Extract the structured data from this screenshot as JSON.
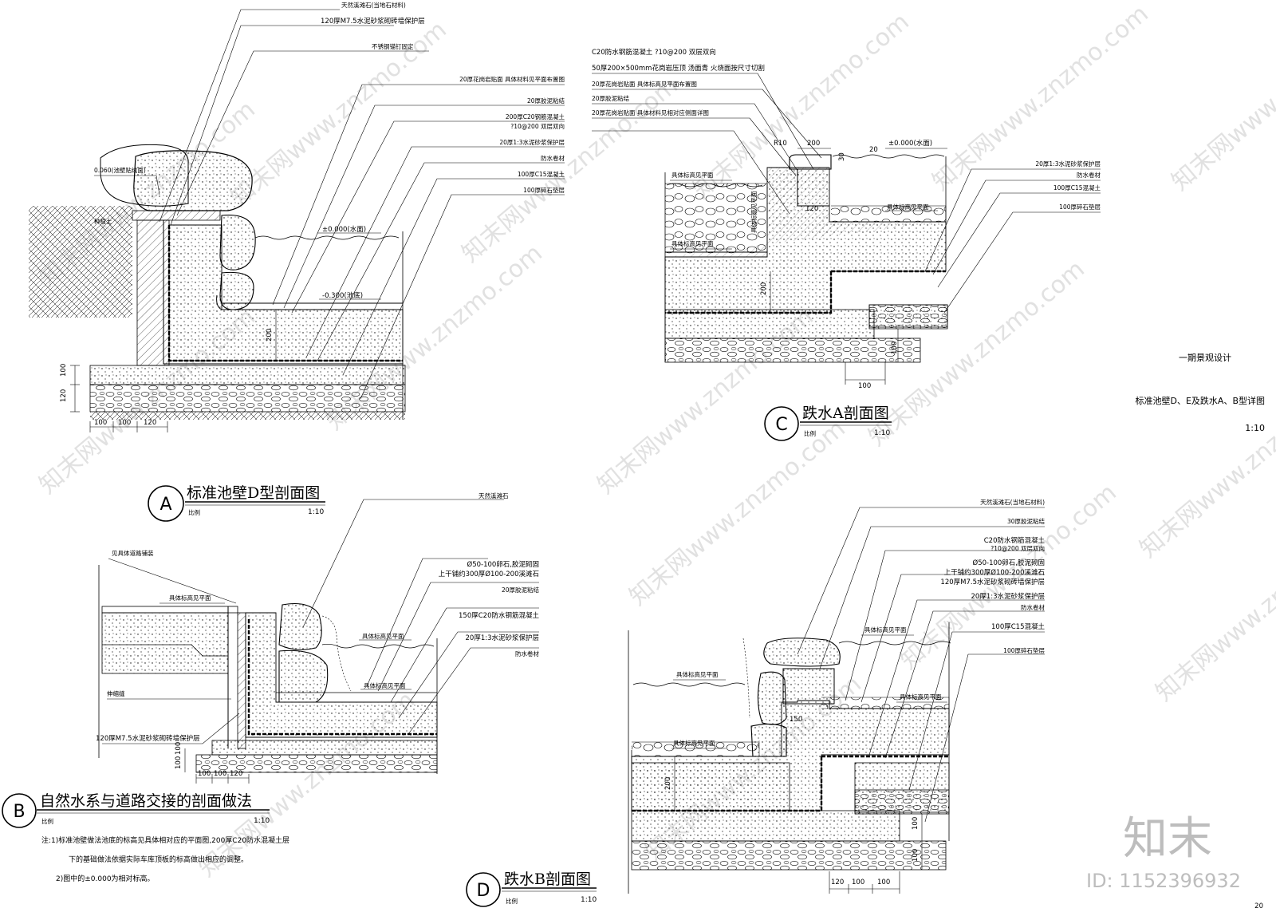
{
  "drawing": {
    "project": "一期景观设计",
    "sheet_title": "标准池壁D、E及跌水A、B型详图",
    "sheet_scale": "1:10",
    "page_number": "20"
  },
  "section_a": {
    "bubble": "A",
    "title": "标准池壁D型剖面图",
    "scale_label": "比例",
    "scale": "1:10",
    "labels": [
      "天然溪滩石(当地石材料)",
      "120厚M7.5水泥砂浆砌砖墙保护层",
      "不锈钢锚钉固定",
      "20厚花岗岩贴面 具体材料见平面布置图",
      "20厚胶泥粘结",
      "200厚C20钢筋混凝土",
      "?10@200 双层双向",
      "20厚1:3水泥砂浆保护层",
      "防水卷材",
      "100厚C15混凝土",
      "100厚碎石垫层"
    ],
    "levels": [
      "0.060(池壁贴线面)",
      "±0.000(水面)",
      "-0.300(池底)"
    ],
    "soil": "种植土",
    "dims": [
      "100",
      "120",
      "100",
      "100",
      "120",
      "200"
    ]
  },
  "section_b": {
    "bubble": "B",
    "title": "自然水系与道路交接的剖面做法",
    "scale_label": "比例",
    "scale": "1:10",
    "labels": [
      "天然溪滩石",
      "见具体道路铺装",
      "具体标高见平面",
      "Ø50-100卵石,胶泥砌固",
      "上干铺约300厚Ø100-200溪滩石",
      "20厚胶泥粘结",
      "150厚C20防水钢筋混凝土",
      "20厚1:3水泥砂浆保护层",
      "防水卷材",
      "伸缩缝",
      "120厚M7.5水泥砂浆砌砖墙保护层"
    ],
    "dims": [
      "100",
      "100",
      "100",
      "120",
      "100"
    ]
  },
  "section_c": {
    "bubble": "C",
    "title": "跌水A剖面图",
    "scale_label": "比例",
    "scale": "1:10",
    "labels": [
      "C20防水钢筋混凝土 ?10@200 双层双向",
      "50厚200×500mm花岗岩压顶 汤面青 火烧面按尺寸切割",
      "20厚花岗岩贴面 具体标高见平面布置图",
      "20厚胶泥粘结",
      "20厚花岗岩贴面 具体材料见相对应侧面详图",
      "20厚1:3水泥砂浆保护层",
      "防水卷材",
      "100厚C15混凝土",
      "100厚碎石垫层",
      "具体标高见平面",
      "具体标高见平面",
      "具体标高见平面",
      "具体标高见平面"
    ],
    "levels": [
      "±0.000(水面)"
    ],
    "dims": [
      "200",
      "R10",
      "30",
      "20",
      "120",
      "200",
      "100",
      "100"
    ]
  },
  "section_d": {
    "bubble": "D",
    "title": "跌水B剖面图",
    "scale_label": "比例",
    "scale": "1:10",
    "labels": [
      "天然溪滩石(当地石材料)",
      "30厚胶泥粘结",
      "C20防水钢筋混凝土",
      "?10@200 双层双向",
      "Ø50-100卵石,胶泥砌固",
      "上干铺约300厚Ø100-200溪滩石",
      "120厚M7.5水泥砂浆砌砖墙保护层",
      "20厚1:3水泥砂浆保护层",
      "防水卷材",
      "100厚C15混凝土",
      "100厚碎石垫层",
      "具体标高见平面",
      "具体标高见平面",
      "具体标高见平面",
      "具体标高见平面"
    ],
    "dims": [
      "150",
      "200",
      "100",
      "100",
      "120",
      "100",
      "100"
    ]
  },
  "notes": {
    "line1": "注:1)标准池壁做法池底的标高见具体相对应的平面图,200厚C20防水混凝土层",
    "line2": "下的基础做法依据实际车库顶板的标高做出相应的调整。",
    "line3": "2)图中的±0.000为相对标高。"
  },
  "watermark": {
    "logo": "知末",
    "id": "ID: 1152396932",
    "text": "知末网www.znzmo.com"
  },
  "colors": {
    "line": "#000000",
    "watermark": "#c9c9c9"
  }
}
